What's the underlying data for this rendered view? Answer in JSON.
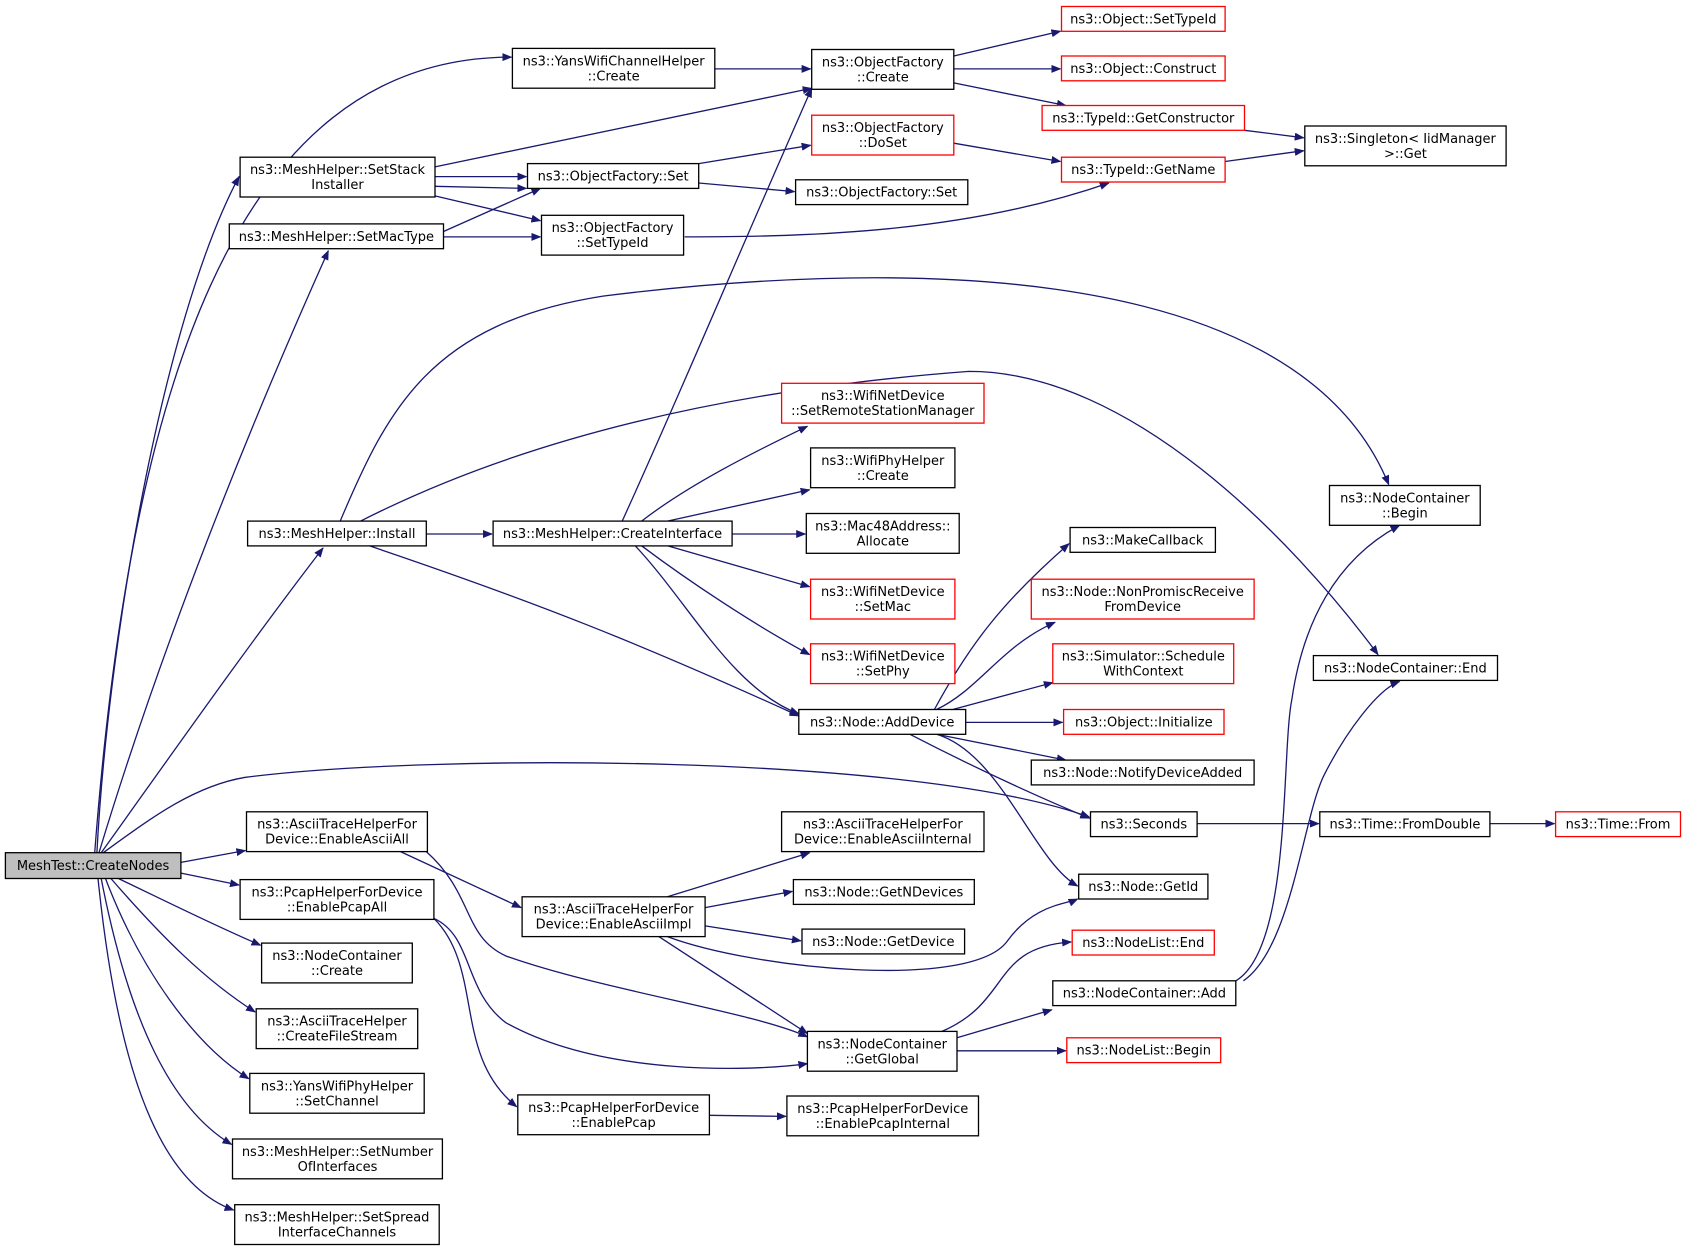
{
  "title": "MeshTest::CreateNodes",
  "colors": {
    "edge": "#191970",
    "node_border": "#000000",
    "external_border": "#ff0000",
    "root_fill": "#bfbfbf"
  },
  "nodes": {
    "n0": {
      "lines": [
        "MeshTest::CreateNodes"
      ]
    },
    "n1": {
      "lines": [
        "ns3::YansWifiChannelHelper",
        "::Create"
      ]
    },
    "n2": {
      "lines": [
        "ns3::ObjectFactory",
        "::Create"
      ]
    },
    "n3": {
      "lines": [
        "ns3::Object::SetTypeId"
      ]
    },
    "n4": {
      "lines": [
        "ns3::Object::Construct"
      ]
    },
    "n5": {
      "lines": [
        "ns3::TypeId::GetConstructor"
      ]
    },
    "n6": {
      "lines": [
        "ns3::Singleton< IidManager",
        ">::Get"
      ]
    },
    "n7": {
      "lines": [
        "ns3::MeshHelper::SetStack",
        "Installer"
      ]
    },
    "n8": {
      "lines": [
        "ns3::ObjectFactory::Set"
      ]
    },
    "n9": {
      "lines": [
        "ns3::ObjectFactory",
        "::DoSet"
      ]
    },
    "n10": {
      "lines": [
        "ns3::TypeId::GetName"
      ]
    },
    "n11": {
      "lines": [
        "ns3::ObjectFactory::Set"
      ]
    },
    "n12": {
      "lines": [
        "ns3::MeshHelper::SetMacType"
      ]
    },
    "n13": {
      "lines": [
        "ns3::ObjectFactory",
        "::SetTypeId"
      ]
    },
    "n14": {
      "lines": [
        "ns3::MeshHelper::Install"
      ]
    },
    "n15": {
      "lines": [
        "ns3::MeshHelper::CreateInterface"
      ]
    },
    "n16": {
      "lines": [
        "ns3::WifiNetDevice",
        "::SetRemoteStationManager"
      ]
    },
    "n17": {
      "lines": [
        "ns3::WifiPhyHelper",
        "::Create"
      ]
    },
    "n18": {
      "lines": [
        "ns3::Mac48Address::",
        "Allocate"
      ]
    },
    "n19": {
      "lines": [
        "ns3::WifiNetDevice",
        "::SetMac"
      ]
    },
    "n20": {
      "lines": [
        "ns3::WifiNetDevice",
        "::SetPhy"
      ]
    },
    "n21": {
      "lines": [
        "ns3::Node::AddDevice"
      ]
    },
    "n22": {
      "lines": [
        "ns3::NodeContainer",
        "::Begin"
      ]
    },
    "n23": {
      "lines": [
        "ns3::NodeContainer::End"
      ]
    },
    "n24": {
      "lines": [
        "ns3::MakeCallback"
      ]
    },
    "n25": {
      "lines": [
        "ns3::Node::NonPromiscReceive",
        "FromDevice"
      ]
    },
    "n26": {
      "lines": [
        "ns3::Simulator::Schedule",
        "WithContext"
      ]
    },
    "n27": {
      "lines": [
        "ns3::Object::Initialize"
      ]
    },
    "n28": {
      "lines": [
        "ns3::Node::NotifyDeviceAdded"
      ]
    },
    "n29": {
      "lines": [
        "ns3::Seconds"
      ]
    },
    "n30": {
      "lines": [
        "ns3::Time::FromDouble"
      ]
    },
    "n31": {
      "lines": [
        "ns3::Time::From"
      ]
    },
    "n32": {
      "lines": [
        "ns3::AsciiTraceHelperFor",
        "Device::EnableAsciiAll"
      ]
    },
    "n33": {
      "lines": [
        "ns3::AsciiTraceHelperFor",
        "Device::EnableAsciiImpl"
      ]
    },
    "n34": {
      "lines": [
        "ns3::AsciiTraceHelperFor",
        "Device::EnableAsciiInternal"
      ]
    },
    "n35": {
      "lines": [
        "ns3::Node::GetNDevices"
      ]
    },
    "n36": {
      "lines": [
        "ns3::Node::GetDevice"
      ]
    },
    "n37": {
      "lines": [
        "ns3::Node::GetId"
      ]
    },
    "n38": {
      "lines": [
        "ns3::PcapHelperForDevice",
        "::EnablePcapAll"
      ]
    },
    "n39": {
      "lines": [
        "ns3::NodeContainer",
        "::Create"
      ]
    },
    "n40": {
      "lines": [
        "ns3::AsciiTraceHelper",
        "::CreateFileStream"
      ]
    },
    "n41": {
      "lines": [
        "ns3::YansWifiPhyHelper",
        "::SetChannel"
      ]
    },
    "n42": {
      "lines": [
        "ns3::MeshHelper::SetNumber",
        "OfInterfaces"
      ]
    },
    "n43": {
      "lines": [
        "ns3::MeshHelper::SetSpread",
        "InterfaceChannels"
      ]
    },
    "n44": {
      "lines": [
        "ns3::NodeList::End"
      ]
    },
    "n45": {
      "lines": [
        "ns3::NodeContainer::Add"
      ]
    },
    "n46": {
      "lines": [
        "ns3::NodeContainer",
        "::GetGlobal"
      ]
    },
    "n47": {
      "lines": [
        "ns3::NodeList::Begin"
      ]
    },
    "n48": {
      "lines": [
        "ns3::PcapHelperForDevice",
        "::EnablePcap"
      ]
    },
    "n49": {
      "lines": [
        "ns3::PcapHelperForDevice",
        "::EnablePcapInternal"
      ]
    }
  }
}
